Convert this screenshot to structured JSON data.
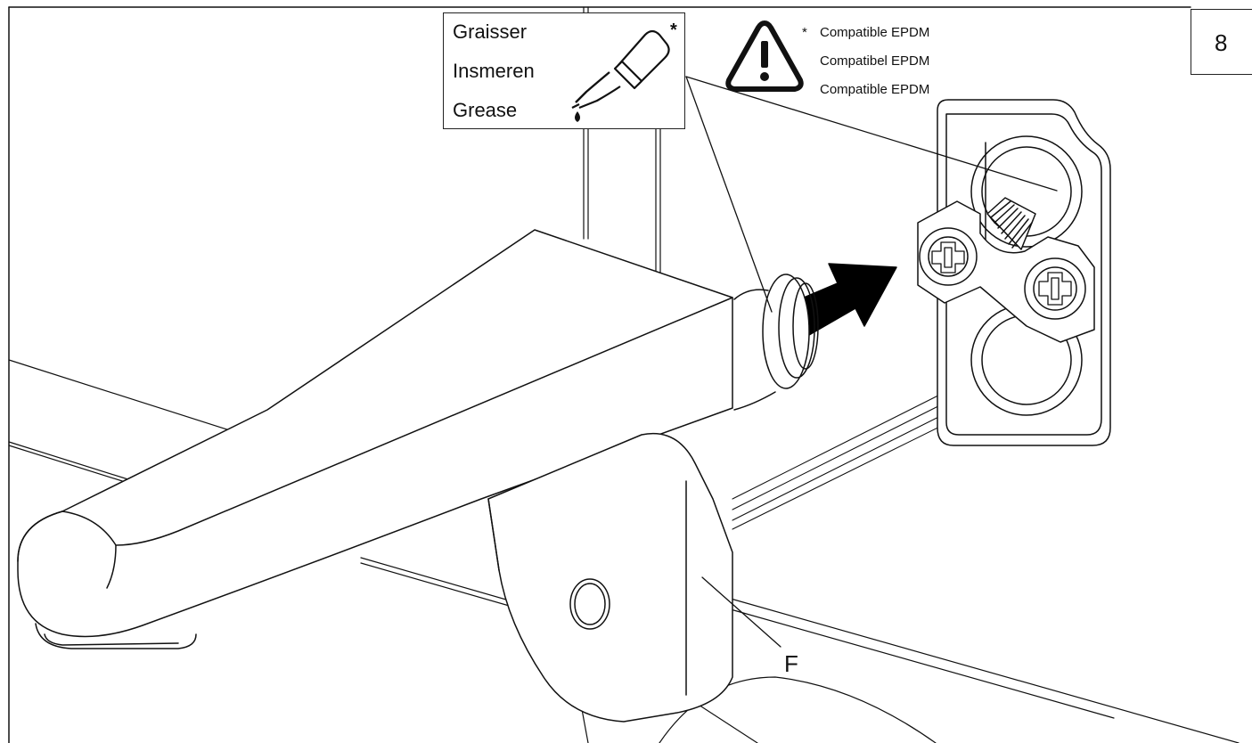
{
  "grease_panel": {
    "lines": [
      "Graisser",
      "Insmeren",
      "Grease"
    ],
    "asterisk": "*",
    "icon": "grease-bottle-icon"
  },
  "compatibility_note": {
    "icon": "warning-triangle-icon",
    "asterisk": "*",
    "lines": [
      "Compatible EPDM",
      "Compatibel EPDM",
      "Compatible EPDM"
    ]
  },
  "step_number": "8",
  "part_label": "F",
  "arrow_icon": "insert-direction-arrow-icon",
  "colors": {
    "line": "#111111",
    "arrow_fill": "#000000",
    "background": "#ffffff"
  }
}
